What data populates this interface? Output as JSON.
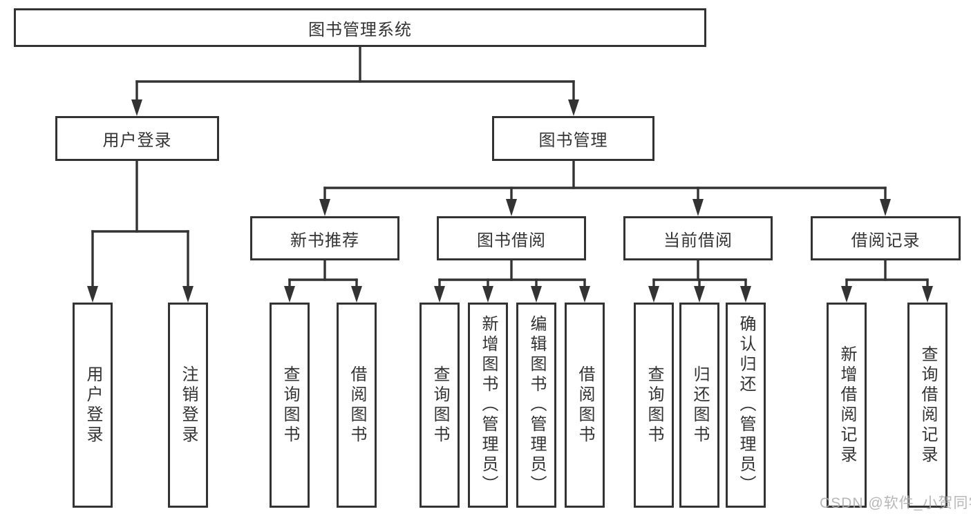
{
  "diagram_title": "图书管理系统",
  "tree": {
    "root": {
      "label": "图书管理系统"
    },
    "level2": [
      {
        "label": "用户登录"
      },
      {
        "label": "图书管理"
      }
    ],
    "level3": [
      {
        "label": "新书推荐",
        "parent": "图书管理"
      },
      {
        "label": "图书借阅",
        "parent": "图书管理"
      },
      {
        "label": "当前借阅",
        "parent": "图书管理"
      },
      {
        "label": "借阅记录",
        "parent": "图书管理"
      }
    ],
    "leaves": [
      {
        "label": "用户登录",
        "parent": "用户登录"
      },
      {
        "label": "注销登录",
        "parent": "用户登录"
      },
      {
        "label": "查询图书",
        "parent": "新书推荐"
      },
      {
        "label": "借阅图书",
        "parent": "新书推荐"
      },
      {
        "label": "查询图书",
        "parent": "图书借阅"
      },
      {
        "label": "新增图书（管理员）",
        "parent": "图书借阅"
      },
      {
        "label": "编辑图书（管理员）",
        "parent": "图书借阅"
      },
      {
        "label": "借阅图书",
        "parent": "图书借阅"
      },
      {
        "label": "查询图书",
        "parent": "当前借阅"
      },
      {
        "label": "归还图书",
        "parent": "当前借阅"
      },
      {
        "label": "确认归还（管理员）",
        "parent": "当前借阅"
      },
      {
        "label": "新增借阅记录",
        "parent": "借阅记录"
      },
      {
        "label": "查询借阅记录",
        "parent": "借阅记录"
      }
    ]
  },
  "watermark": "CSDN @软件_小贺同学",
  "colors": {
    "line": "#333333",
    "text": "#333333",
    "background": "#ffffff",
    "watermark": "#afafaf"
  }
}
